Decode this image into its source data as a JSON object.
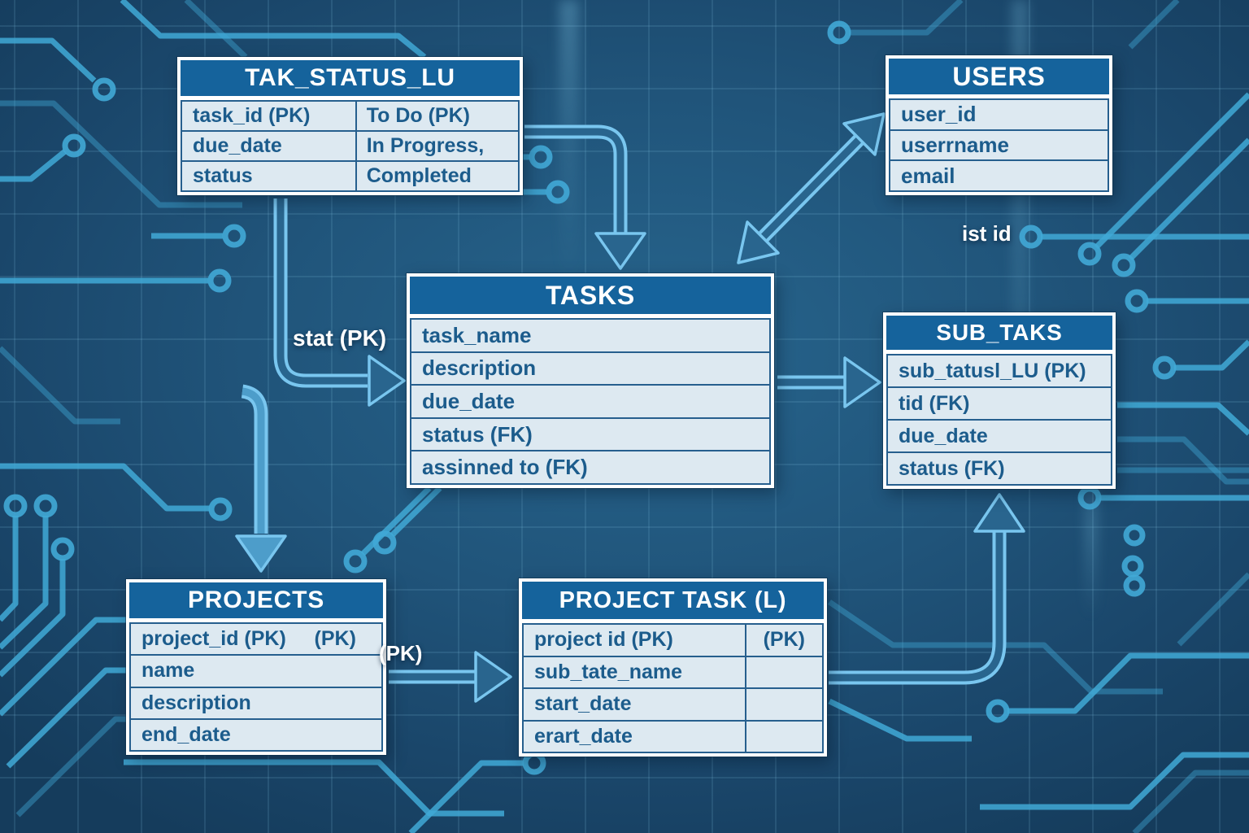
{
  "title": "Task management database schema diagram",
  "colors": {
    "background": "#1f5478",
    "grid_line": "#87c8e6",
    "circuit_trace": "#41a9d6",
    "table_header_bg": "#15639c",
    "table_header_text": "#ffffff",
    "table_row_bg": "#dde9f1",
    "table_row_text": "#1c5c8c",
    "table_border": "#ffffff",
    "arrow_outline": "#79c6ef",
    "arrow_fill": "#29658e",
    "label_text": "#ffffff"
  },
  "tables": {
    "tak_status_lu": {
      "title": "TAK_STATUS_LU",
      "rows": [
        [
          "task_id (PK)",
          "To Do (PK)"
        ],
        [
          "due_date",
          "In Progress,"
        ],
        [
          "status",
          "Completed"
        ]
      ]
    },
    "users": {
      "title": "USERS",
      "rows": [
        [
          "user_id"
        ],
        [
          "userrname"
        ],
        [
          "email"
        ]
      ]
    },
    "tasks": {
      "title": "TASKS",
      "rows": [
        [
          "task_name"
        ],
        [
          "description"
        ],
        [
          "due_date"
        ],
        [
          "status (FK)"
        ],
        [
          "assinned to (FK)"
        ]
      ]
    },
    "sub_taks": {
      "title": "SUB_TAKS",
      "rows": [
        [
          "sub_tatusl_LU (PK)"
        ],
        [
          "tid (FK)"
        ],
        [
          "due_date"
        ],
        [
          "status (FK)"
        ]
      ]
    },
    "projects": {
      "title": "PROJECTS",
      "rows": [
        [
          "project_id (PK)     (PK)"
        ],
        [
          "name"
        ],
        [
          "description"
        ],
        [
          "end_date"
        ]
      ]
    },
    "project_task": {
      "title": "PROJECT TASK (L)",
      "rows": [
        [
          "project id (PK)",
          "(PK)"
        ],
        [
          "sub_tate_name",
          ""
        ],
        [
          "start_date",
          ""
        ],
        [
          "erart_date",
          ""
        ]
      ]
    }
  },
  "labels": {
    "stat_pk": "stat (PK)",
    "pk": "(PK)",
    "ist_id": "ist id"
  }
}
